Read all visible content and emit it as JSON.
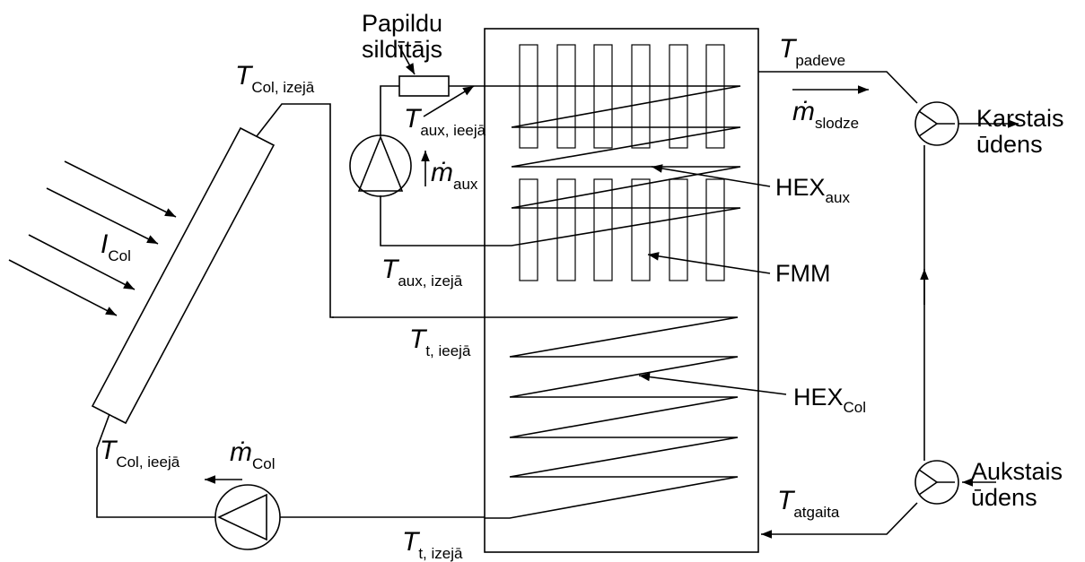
{
  "labels": {
    "aux_heater": [
      "Papildu",
      "sildītājs"
    ],
    "t_col_out": {
      "sym": "T",
      "sub": "Col, izejā"
    },
    "t_col_in": {
      "sym": "T",
      "sub": "Col, ieejā"
    },
    "t_aux_in": {
      "sym": "T",
      "sub": "aux, ieejā"
    },
    "t_aux_out": {
      "sym": "T",
      "sub": "aux, izejā"
    },
    "m_aux": {
      "sym": "ṁ",
      "sub": "aux"
    },
    "m_col": {
      "sym": "ṁ",
      "sub": "Col"
    },
    "m_load": {
      "sym": "ṁ",
      "sub": "slodze"
    },
    "i_col": {
      "sym": "I",
      "sub": "Col"
    },
    "t_supply": {
      "sym": "T",
      "sub": "padeve"
    },
    "t_return": {
      "sym": "T",
      "sub": "atgaita"
    },
    "t_t_in": {
      "sym": "T",
      "sub": "t, ieejā"
    },
    "t_t_out": {
      "sym": "T",
      "sub": "t, izejā"
    },
    "hex_aux": {
      "main": "HEX",
      "sub": "aux"
    },
    "hex_col": {
      "main": "HEX",
      "sub": "Col"
    },
    "fmm": "FMM",
    "hot_water": [
      "Karstais",
      "ūdens"
    ],
    "cold_water": [
      "Aukstais",
      "ūdens"
    ]
  }
}
